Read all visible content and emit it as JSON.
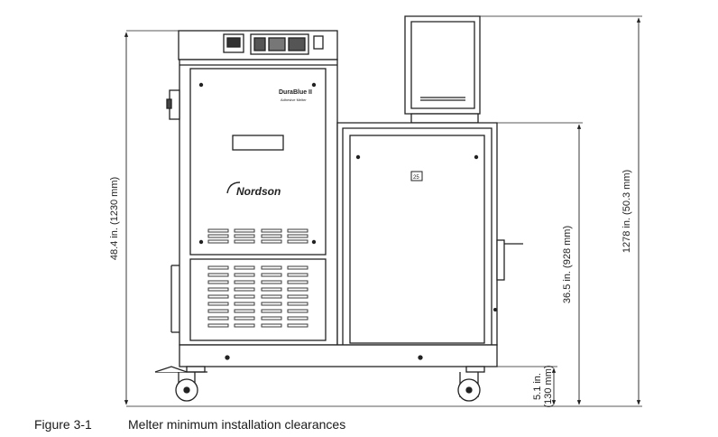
{
  "figure": {
    "number": "Figure 3-1",
    "caption": "Melter minimum installation clearances"
  },
  "labels": {
    "product_name": "DuraBlue II",
    "product_sub": "Adhesive Melter",
    "brand": "Nordson",
    "badge": "25"
  },
  "dimensions": {
    "overall_height": "48.4 in. (1230 mm)",
    "total_height_right": "1278 in. (50.3 mm)",
    "hopper_height": "36.5 in. (928 mm)",
    "clearance_line1": "5.1 in.",
    "clearance_line2": "(130 mm)"
  },
  "colors": {
    "line": "#222222",
    "panel": "#ffffff",
    "vent": "#3a3a3a"
  }
}
